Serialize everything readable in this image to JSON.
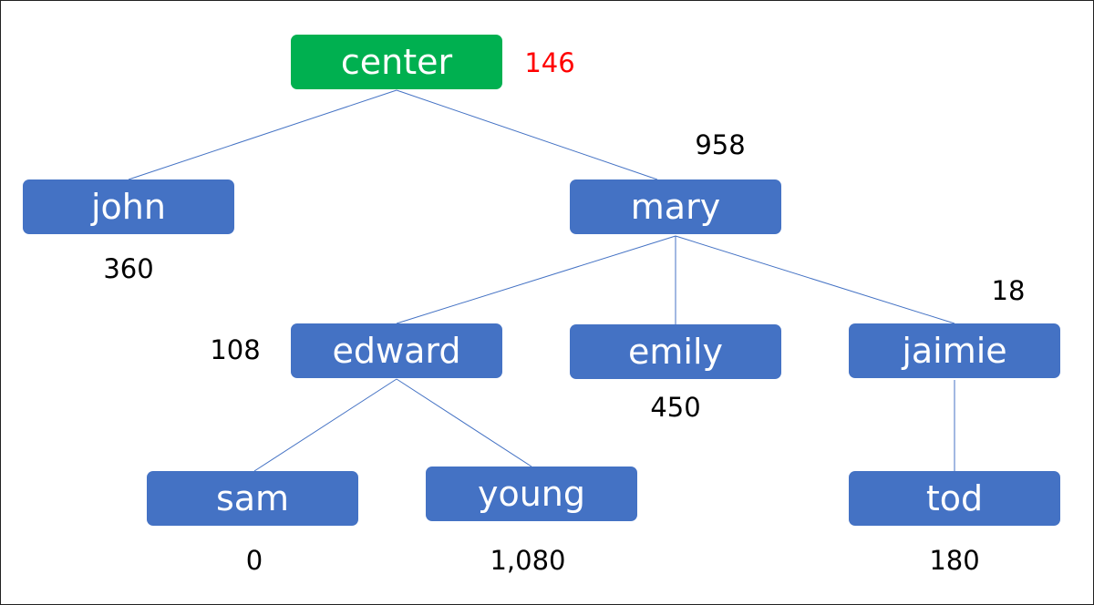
{
  "colors": {
    "root_fill": "#00b050",
    "node_fill": "#4472c4",
    "node_text": "#ffffff",
    "edge": "#4472c4",
    "value_text": "#000000",
    "root_value_text": "#ff0000"
  },
  "nodes": {
    "center": {
      "label": "center",
      "value": "146"
    },
    "john": {
      "label": "john",
      "value": "360"
    },
    "mary": {
      "label": "mary",
      "value": "958"
    },
    "edward": {
      "label": "edward",
      "value": "108"
    },
    "emily": {
      "label": "emily",
      "value": "450"
    },
    "jaimie": {
      "label": "jaimie",
      "value": "18"
    },
    "sam": {
      "label": "sam",
      "value": "0"
    },
    "young": {
      "label": "young",
      "value": "1,080"
    },
    "tod": {
      "label": "tod",
      "value": "180"
    }
  },
  "edges": [
    [
      "center",
      "john"
    ],
    [
      "center",
      "mary"
    ],
    [
      "mary",
      "edward"
    ],
    [
      "mary",
      "emily"
    ],
    [
      "mary",
      "jaimie"
    ],
    [
      "edward",
      "sam"
    ],
    [
      "edward",
      "young"
    ],
    [
      "jaimie",
      "tod"
    ]
  ]
}
